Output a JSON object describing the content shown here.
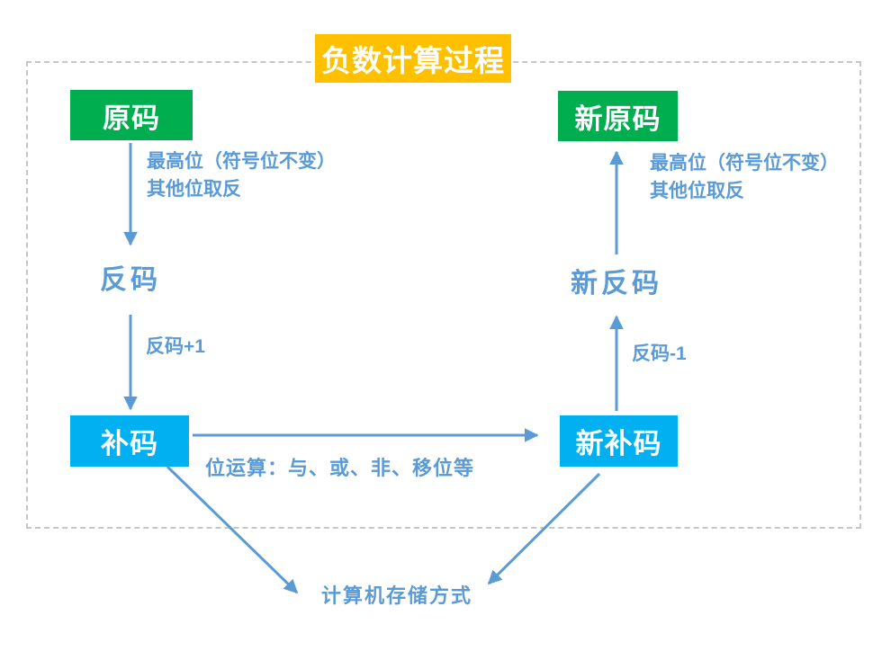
{
  "title": "负数计算过程",
  "nodes": {
    "yuanma": "原码",
    "fanma": "反码",
    "buma": "补码",
    "xin_yuanma": "新原码",
    "xin_fanma": "新反码",
    "xin_buma": "新补码",
    "storage": "计算机存储方式"
  },
  "edge_labels": {
    "invert_left": {
      "line1": "最高位（符号位不变）",
      "line2": "其他位取反"
    },
    "plus_one": "反码+1",
    "bit_ops": "位运算：与、或、非、移位等",
    "minus_one": "反码-1",
    "invert_right": {
      "line1": "最高位（符号位不变）",
      "line2": "其他位取反"
    }
  },
  "colors": {
    "title_bg": "#FFC000",
    "green_node": "#00AE50",
    "cyan_node": "#00B0F0",
    "arrow_blue": "#5B9BD5",
    "label_text": "#5B9BD5",
    "node_text": "#FFFFFF",
    "border_dash": "#C6C6C6"
  }
}
